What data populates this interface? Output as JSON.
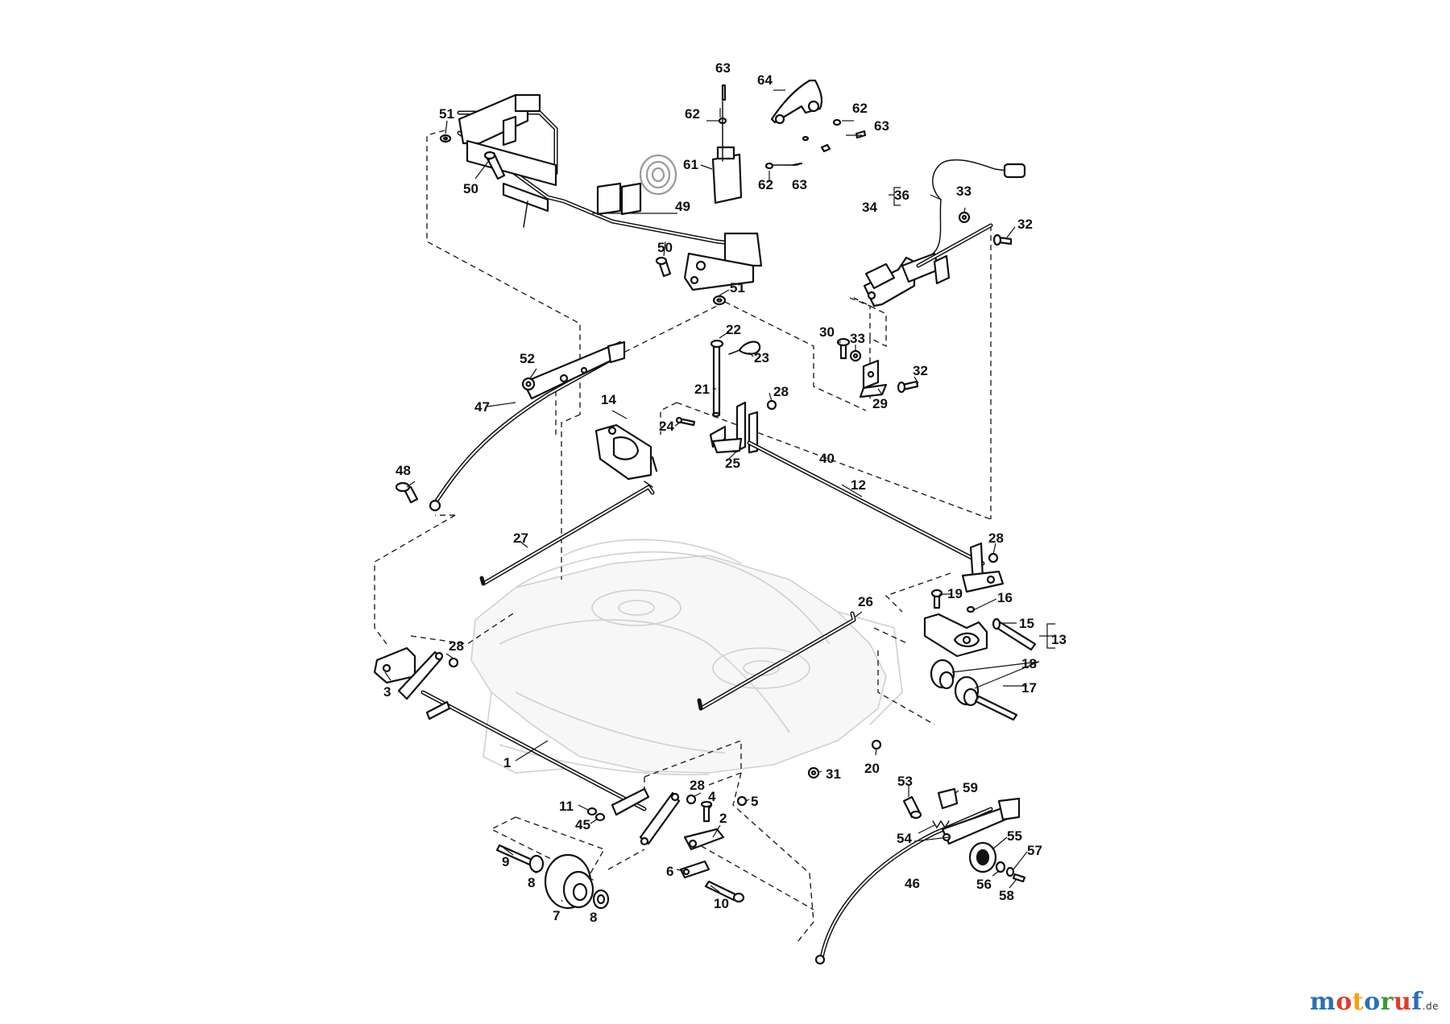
{
  "labels": {
    "l1": "1",
    "l2": "2",
    "l3": "3",
    "l4": "4",
    "l5": "5",
    "l6": "6",
    "l7": "7",
    "l8a": "8",
    "l8b": "8",
    "l9": "9",
    "l10": "10",
    "l11": "11",
    "l12": "12",
    "l13": "13",
    "l14": "14",
    "l15": "15",
    "l16": "16",
    "l17": "17",
    "l18": "18",
    "l19": "19",
    "l20": "20",
    "l21": "21",
    "l22": "22",
    "l23": "23",
    "l24": "24",
    "l25": "25",
    "l26": "26",
    "l27": "27",
    "l28a": "28",
    "l28b": "28",
    "l28c": "28",
    "l28d": "28",
    "l29": "29",
    "l30": "30",
    "l31": "31",
    "l32a": "32",
    "l32b": "32",
    "l33a": "33",
    "l33b": "33",
    "l34": "34",
    "l36": "36",
    "l40": "40",
    "l45": "45",
    "l46": "46",
    "l47": "47",
    "l48": "48",
    "l49": "49",
    "l50a": "50",
    "l50b": "50",
    "l51a": "51",
    "l51b": "51",
    "l52": "52",
    "l53": "53",
    "l54": "54",
    "l55": "55",
    "l56": "56",
    "l57": "57",
    "l58": "58",
    "l59": "59",
    "l61": "61",
    "l62a": "62",
    "l62b": "62",
    "l62c": "62",
    "l63a": "63",
    "l63b": "63",
    "l63c": "63",
    "l64": "64"
  },
  "watermark": {
    "letters": [
      "m",
      "o",
      "t",
      "o",
      "r",
      "u",
      "f"
    ],
    "colors": [
      "#2a6fb5",
      "#e23b2e",
      "#f2a20c",
      "#2a6fb5",
      "#3c9a3c",
      "#e23b2e",
      "#2a6fb5"
    ],
    "tld": ".de"
  }
}
